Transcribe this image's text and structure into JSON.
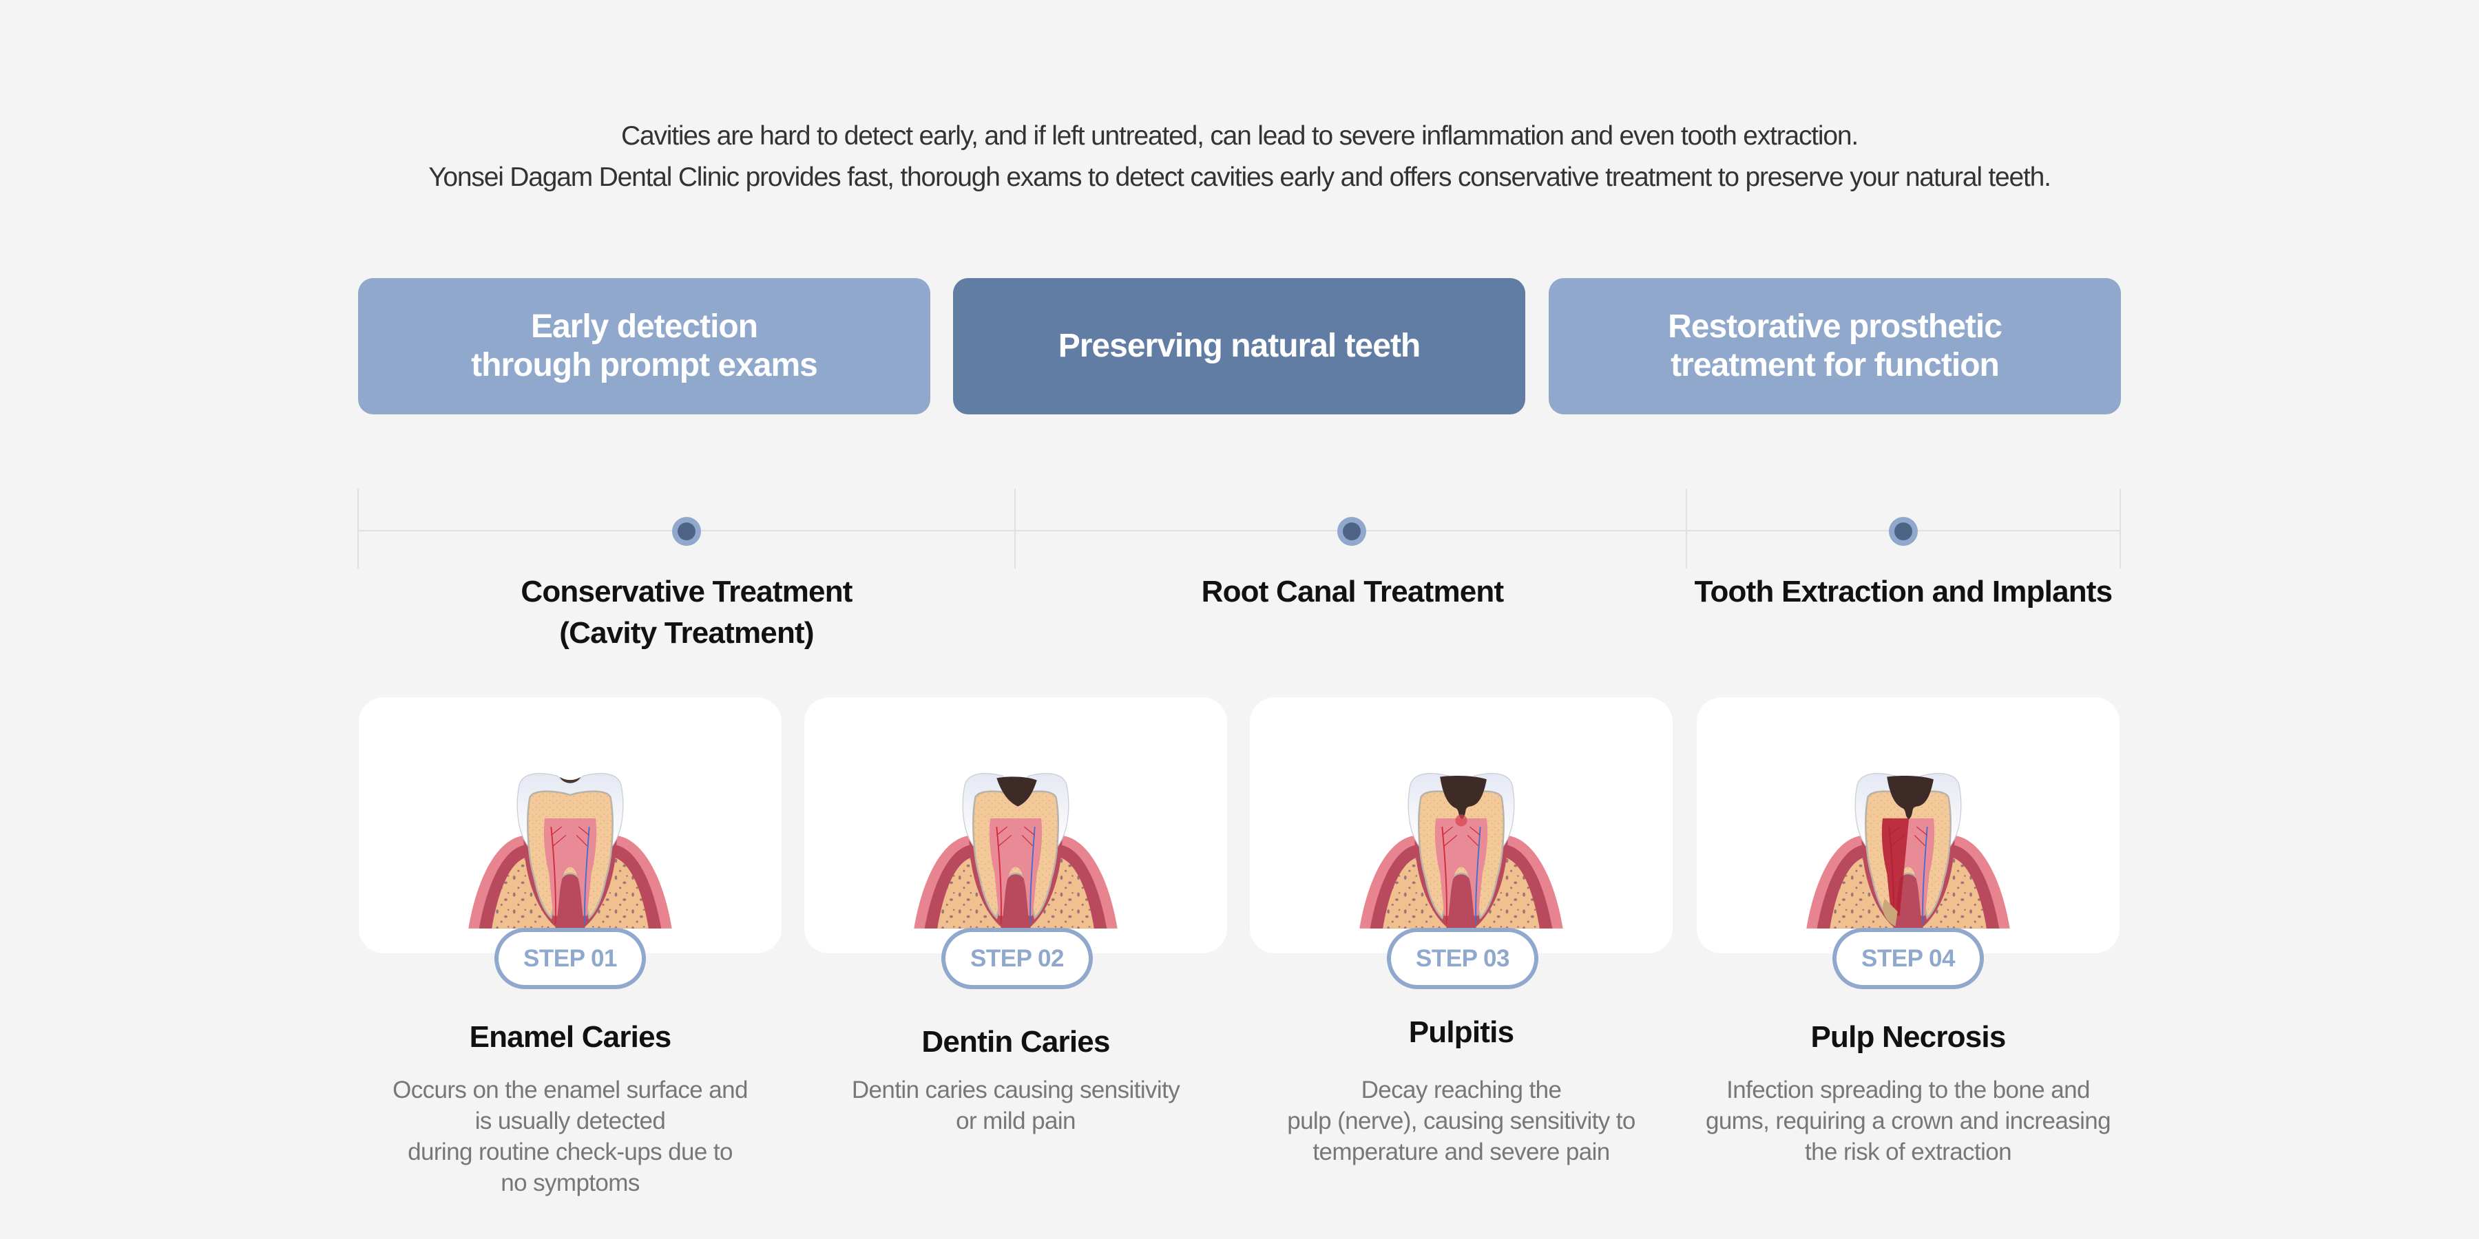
{
  "intro": {
    "line1": "Cavities are hard to detect early, and if left untreated, can lead to severe inflammation and even tooth extraction.",
    "line2": "Yonsei Dagam Dental Clinic provides fast, thorough exams to detect cavities early and offers conservative treatment to preserve your natural teeth."
  },
  "highlights": [
    {
      "label": "Early detection\nthrough prompt exams",
      "color": "#8fa8cc"
    },
    {
      "label": "Preserving natural teeth",
      "color": "#617da4"
    },
    {
      "label": "Restorative prosthetic\ntreatment for function",
      "color": "#8fa8cc"
    }
  ],
  "timeline": {
    "stages": [
      {
        "title": "Conservative Treatment\n(Cavity Treatment)"
      },
      {
        "title": "Root Canal Treatment"
      },
      {
        "title": "Tooth Extraction and Implants"
      }
    ]
  },
  "steps": [
    {
      "badge": "STEP 01",
      "title": "Enamel Caries",
      "description": "Occurs on the enamel surface and\nis usually detected\nduring routine check-ups due to\nno symptoms",
      "icon": "tooth-enamel-caries-illustration"
    },
    {
      "badge": "STEP 02",
      "title": "Dentin Caries",
      "description": "Dentin caries causing sensitivity\nor mild pain",
      "icon": "tooth-dentin-caries-illustration"
    },
    {
      "badge": "STEP 03",
      "title": "Pulpitis",
      "description": "Decay reaching the\npulp (nerve), causing sensitivity to\ntemperature and severe pain",
      "icon": "tooth-pulpitis-illustration"
    },
    {
      "badge": "STEP 04",
      "title": "Pulp Necrosis",
      "description": "Infection spreading to the bone and\ngums, requiring a crown and increasing\nthe risk of extraction",
      "icon": "tooth-pulp-necrosis-illustration"
    }
  ],
  "colors": {
    "background": "#f4f4f4",
    "accent_light": "#8fa8cc",
    "accent_dark": "#617da4",
    "dot_inner": "#4d6487",
    "title_text": "#111111",
    "body_text": "#777777"
  }
}
